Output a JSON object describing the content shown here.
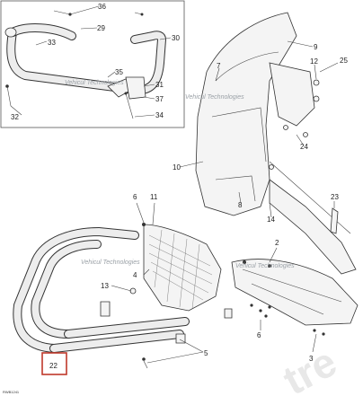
{
  "diagram": {
    "callouts": [
      "36",
      "29",
      "33",
      "30",
      "35",
      "31",
      "37",
      "32",
      "34",
      "9",
      "7",
      "12",
      "25",
      "10",
      "24",
      "8",
      "14",
      "23",
      "6",
      "4",
      "2",
      "13",
      "5",
      "11",
      "3",
      "22"
    ],
    "watermark": "Vehicul Technologies",
    "watermark_alt": "tre",
    "drawing_code": "RWB1241",
    "highlight_color": "#c0392b",
    "highlighted_callout": "22"
  }
}
